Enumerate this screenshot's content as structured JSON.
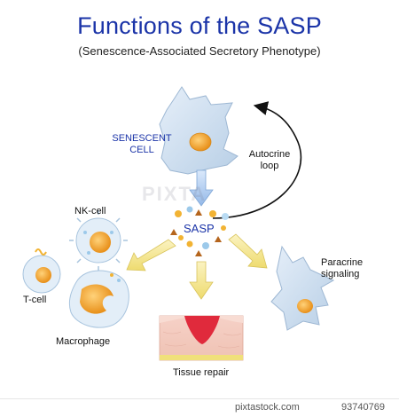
{
  "header": {
    "title": "Functions of the SASP",
    "subtitle": "(Senescence-Associated Secretory Phenotype)"
  },
  "labels": {
    "senescent_cell": "SENESCENT\nCELL",
    "autocrine_loop": "Autocrine\nloop",
    "nk_cell": "NK-cell",
    "sasp": "SASP",
    "t_cell": "T-cell",
    "macrophage": "Macrophage",
    "tissue_repair": "Tissue repair",
    "paracrine_signaling": "Paracrine\nsignaling"
  },
  "watermark": "PIXTA",
  "footer": {
    "site": "pixtastock.com",
    "image_id": "93740769"
  },
  "colors": {
    "title": "#1b34a8",
    "cell_body": "#cfe0f0",
    "nucleus": "#f5a623",
    "arrow_yellow": "#f4e38a",
    "arrow_blue": "#a9c9f0",
    "tissue_red": "#e02a3c"
  }
}
